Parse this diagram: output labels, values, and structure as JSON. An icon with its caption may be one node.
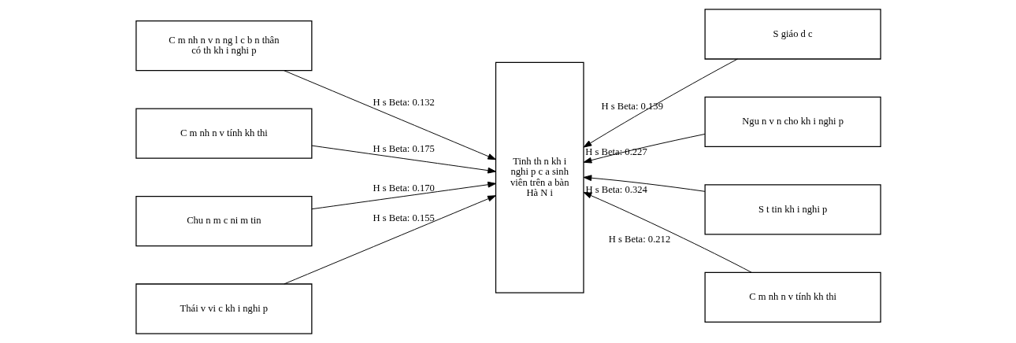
{
  "diagram": {
    "nodes": [
      {
        "text": [
          "C m nh n v n ng l c b n thân có th kh i nghi p"
        ]
      },
      {
        "text": [
          "C m nh n v tính kh thi"
        ]
      },
      {
        "text": [
          "Chu n m c ni m tin"
        ]
      },
      {
        "text": [
          "Thái v vi c kh i nghi p"
        ]
      },
      {
        "text": [
          "Tinh th n kh i nghi p c a sinh viên trên a bàn Hà N i"
        ]
      },
      {
        "text": [
          "S giáo d c"
        ]
      },
      {
        "text": [
          "Ngu n v n cho kh i nghi p"
        ]
      },
      {
        "text": [
          "S t tin kh i nghi p"
        ]
      },
      {
        "text": [
          "C m nh n v tính kh thi"
        ]
      }
    ],
    "edges": [
      {
        "from": 0,
        "to": 4,
        "arrow": "to",
        "label": "H s Beta: 0.132"
      },
      {
        "from": 1,
        "to": 4,
        "arrow": "to",
        "label": "H s Beta: 0.175"
      },
      {
        "from": 2,
        "to": 4,
        "arrow": "to",
        "label": "H s Beta: 0.170"
      },
      {
        "from": 3,
        "to": 4,
        "arrow": "to",
        "label": "H s Beta: 0.155"
      },
      {
        "from": 5,
        "to": 4,
        "arrow": "to",
        "label": "H s Beta: 0.139"
      },
      {
        "from": 6,
        "to": 4,
        "arrow": "to",
        "label": "H s Beta: 0.227"
      },
      {
        "from": 7,
        "to": 4,
        "arrow": "to",
        "label": "H s Beta: 0.324"
      },
      {
        "from": 8,
        "to": 4,
        "arrow": "to",
        "label": "H s Beta: 0.212"
      }
    ]
  }
}
